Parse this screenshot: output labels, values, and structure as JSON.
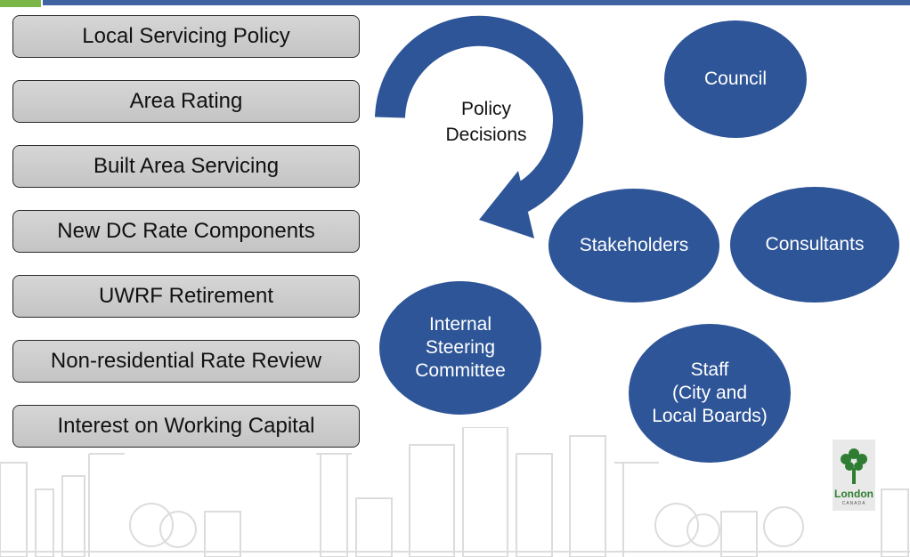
{
  "policy_items": [
    "Local Servicing Policy",
    "Area Rating",
    "Built Area Servicing",
    "New DC Rate Components",
    "UWRF Retirement",
    "Non-residential Rate Review",
    "Interest on Working Capital"
  ],
  "arrow_label": "Policy\nDecisions",
  "participants": {
    "council": "Council",
    "stakeholders": "Stakeholders",
    "consultants": "Consultants",
    "internal_steering": "Internal\nSteering\nCommittee",
    "staff": "Staff\n(City and\nLocal Boards)"
  },
  "logo": {
    "name": "London",
    "sub": "CANADA"
  },
  "colors": {
    "bubble": "#2e5597",
    "topbar": "#3f63a0",
    "accent": "#7ab648",
    "box_fill": "#cccccc"
  }
}
